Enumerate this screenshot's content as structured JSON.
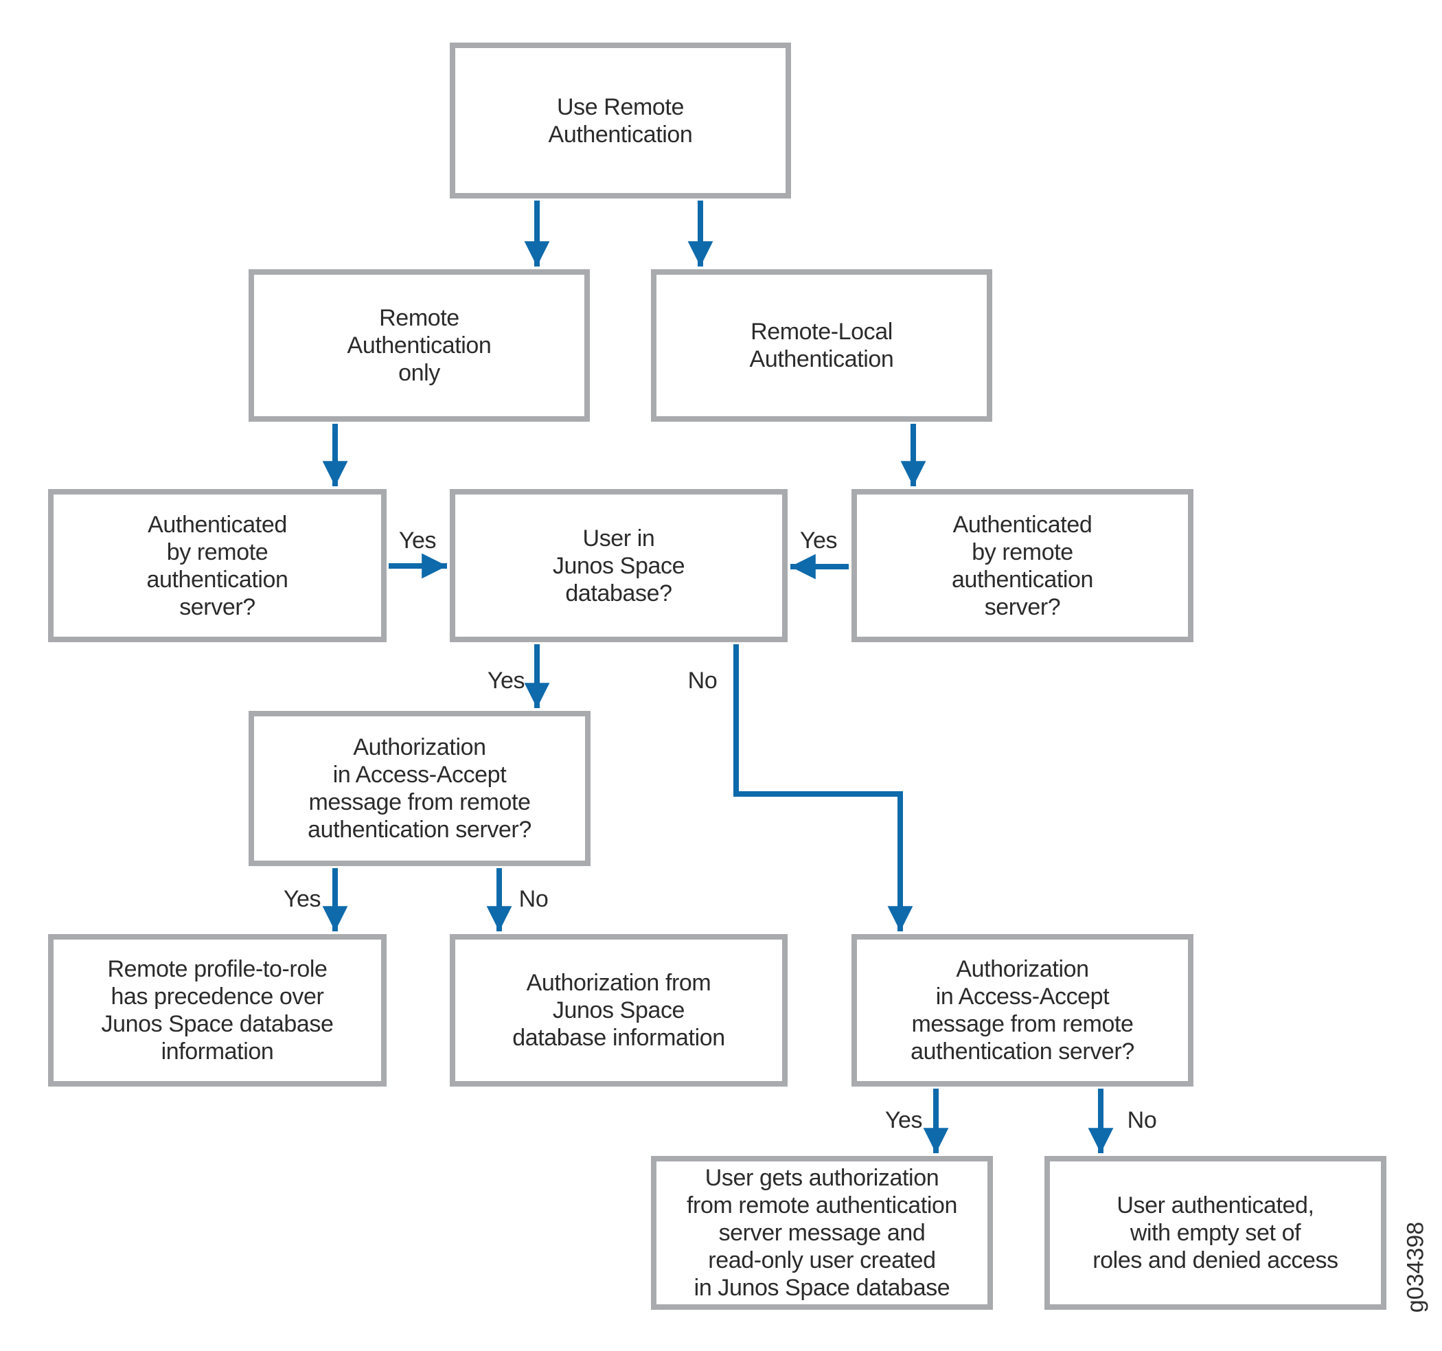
{
  "diagram": {
    "type": "flowchart",
    "figure_id": "g034398",
    "colors": {
      "box_border": "#a8aaad",
      "box_fill": "#ffffff",
      "arrow": "#0e6aab",
      "text": "#2b2b2b",
      "background": "#ffffff"
    },
    "nodes": [
      {
        "id": "use-remote-authentication",
        "label": "Use Remote\nAuthentication"
      },
      {
        "id": "remote-authentication-only",
        "label": "Remote\nAuthentication\nonly"
      },
      {
        "id": "remote-local-authentication",
        "label": "Remote-Local\nAuthentication"
      },
      {
        "id": "authenticated-by-remote-server-left",
        "label": "Authenticated\nby remote\nauthentication\nserver?"
      },
      {
        "id": "user-in-junos-space-database",
        "label": "User in\nJunos Space\ndatabase?"
      },
      {
        "id": "authenticated-by-remote-server-right",
        "label": "Authenticated\nby remote\nauthentication\nserver?"
      },
      {
        "id": "authorization-in-access-accept-left",
        "label": "Authorization\nin Access-Accept\nmessage from remote\nauthentication server?"
      },
      {
        "id": "remote-profile-to-role-precedence",
        "label": "Remote profile-to-role\nhas precedence over\nJunos Space database\ninformation"
      },
      {
        "id": "authorization-from-junos-space-db",
        "label": "Authorization from\nJunos Space\ndatabase information"
      },
      {
        "id": "authorization-in-access-accept-right",
        "label": "Authorization\nin Access-Accept\nmessage from remote\nauthentication server?"
      },
      {
        "id": "user-gets-authorization-read-only",
        "label": "User gets authorization\nfrom remote authentication\nserver message and\nread-only user created\nin Junos Space database"
      },
      {
        "id": "user-authenticated-empty-roles",
        "label": "User authenticated,\nwith empty set of\nroles and denied access"
      }
    ],
    "edges": [
      {
        "from": "use-remote-authentication",
        "to": "remote-authentication-only"
      },
      {
        "from": "use-remote-authentication",
        "to": "remote-local-authentication"
      },
      {
        "from": "remote-authentication-only",
        "to": "authenticated-by-remote-server-left"
      },
      {
        "from": "remote-local-authentication",
        "to": "authenticated-by-remote-server-right"
      },
      {
        "from": "authenticated-by-remote-server-left",
        "to": "user-in-junos-space-database",
        "label": "Yes"
      },
      {
        "from": "authenticated-by-remote-server-right",
        "to": "user-in-junos-space-database",
        "label": "Yes"
      },
      {
        "from": "user-in-junos-space-database",
        "to": "authorization-in-access-accept-left",
        "label": "Yes"
      },
      {
        "from": "user-in-junos-space-database",
        "to": "authorization-in-access-accept-right",
        "label": "No"
      },
      {
        "from": "authorization-in-access-accept-left",
        "to": "remote-profile-to-role-precedence",
        "label": "Yes"
      },
      {
        "from": "authorization-in-access-accept-left",
        "to": "authorization-from-junos-space-db",
        "label": "No"
      },
      {
        "from": "authorization-in-access-accept-right",
        "to": "user-gets-authorization-read-only",
        "label": "Yes"
      },
      {
        "from": "authorization-in-access-accept-right",
        "to": "user-authenticated-empty-roles",
        "label": "No"
      }
    ]
  }
}
